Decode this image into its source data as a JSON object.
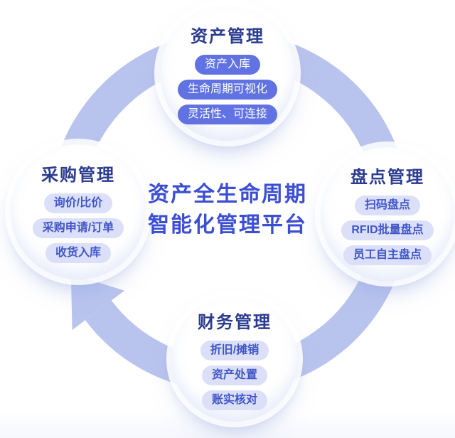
{
  "center": {
    "line1": "资产全生命周期",
    "line2": "智能化管理平台"
  },
  "nodes": [
    {
      "id": "asset-management",
      "title": "资产管理",
      "pill_style": "solid",
      "tags": [
        "资产入库",
        "生命周期可视化",
        "灵活性、可连接"
      ]
    },
    {
      "id": "stocktake-management",
      "title": "盘点管理",
      "pill_style": "light",
      "tags": [
        "扫码盘点",
        "RFID批量盘点",
        "员工自主盘点"
      ]
    },
    {
      "id": "finance-management",
      "title": "财务管理",
      "pill_style": "light",
      "tags": [
        "折旧/摊销",
        "资产处置",
        "账实核对"
      ]
    },
    {
      "id": "procurement-management",
      "title": "采购管理",
      "pill_style": "light",
      "tags": [
        "询价/比价",
        "采购申请/订单",
        "收货入库"
      ]
    }
  ],
  "flow": {
    "direction": "clockwise",
    "arrow_position": "lower-left"
  },
  "colors": {
    "band": "#b9c4ee",
    "title": "#2b3b8f",
    "pillSolid": "#6173e2",
    "pillLightBg": "#dbe0f8",
    "pillLightText": "#4156c8",
    "centerText": "#3c4fd3"
  }
}
